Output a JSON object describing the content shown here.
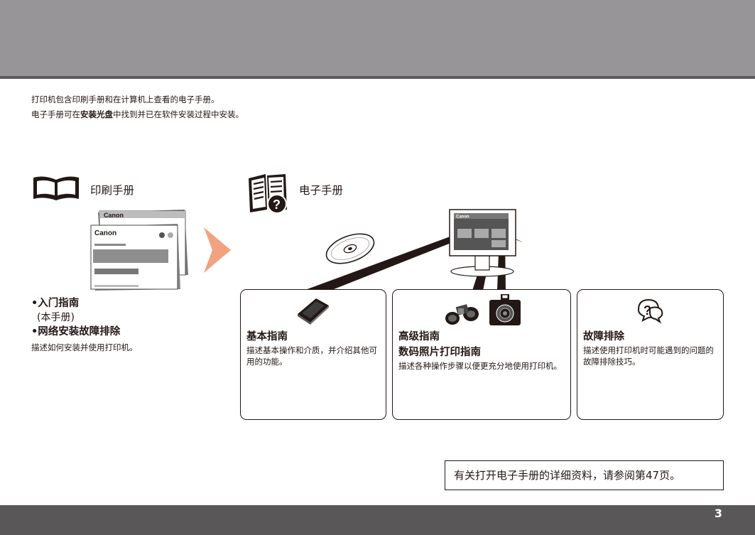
{
  "intro": {
    "line1": "打印机包含印刷手册和在计算机上查看的电子手册。",
    "line2_pre": "电子手册可在",
    "line2_bold": "安装光盘",
    "line2_post": "中找到并已在软件安装过程中安装。"
  },
  "printed": {
    "title": "印刷手册",
    "icon": "open-book-icon",
    "brand": "Canon",
    "items": [
      {
        "label": "•入门指南",
        "sub": "(本手册)"
      },
      {
        "label": "•网络安装故障排除",
        "desc": "描述如何安装并使用打印机。"
      }
    ]
  },
  "electronic": {
    "title": "电子手册",
    "icon": "help-document-icon",
    "screen_brand": "Canon"
  },
  "cards": [
    {
      "title": "基本指南",
      "desc": "描述基本操作和介质，并介绍其他可用的功能。",
      "icon": "book-icon"
    },
    {
      "title": "高级指南",
      "title2": "数码照片打印指南",
      "desc": "描述各种操作步骤以便更充分地使用打印机。",
      "icon": "binoculars-camera-icon"
    },
    {
      "title": "故障排除",
      "desc": "描述使用打印机时可能遇到的问题的故障排除技巧。",
      "icon": "question-bubble-icon"
    }
  ],
  "note": "有关打开电子手册的详细资料，请参阅第47页。",
  "page_number": "3",
  "colors": {
    "header_band": "#979597",
    "footer_band": "#595758",
    "arrow": "#f2a27f"
  }
}
